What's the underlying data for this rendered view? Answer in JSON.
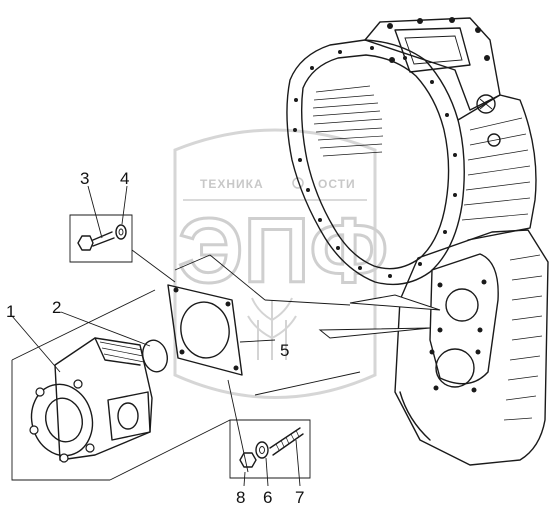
{
  "watermark": {
    "line1_left": "ТЕХНИКА",
    "line1_right": "ОСТИ",
    "logo": "ЭПФ"
  },
  "callouts": [
    {
      "label": "1"
    },
    {
      "label": "2"
    },
    {
      "label": "3"
    },
    {
      "label": "4"
    },
    {
      "label": "5"
    },
    {
      "label": "6"
    },
    {
      "label": "7"
    },
    {
      "label": "8"
    }
  ],
  "colors": {
    "ink": "#1a1a1a",
    "watermark": "#c8c8c8",
    "background": "#ffffff"
  }
}
